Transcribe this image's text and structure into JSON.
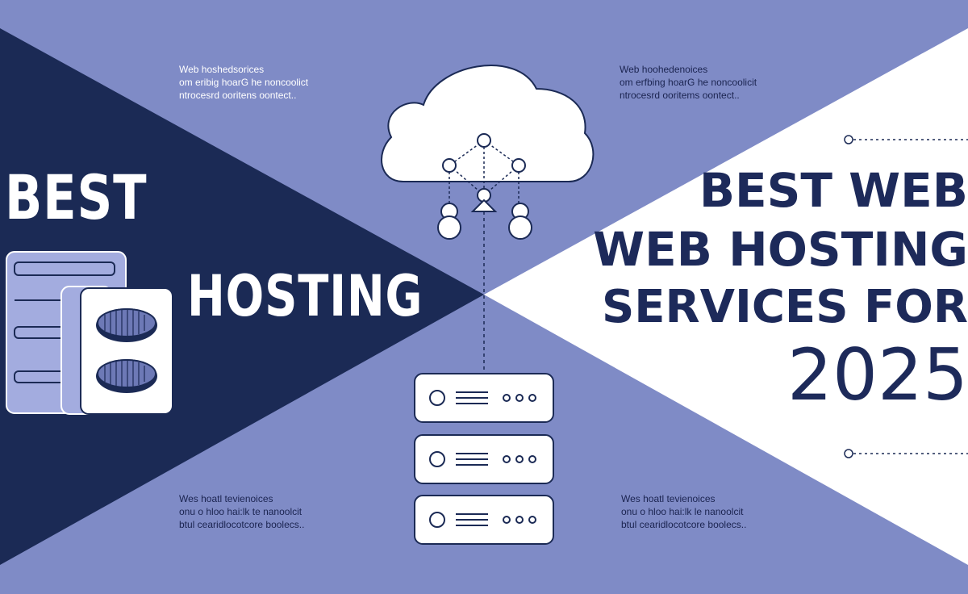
{
  "left_title": {
    "line1": "BEST",
    "line2": "HOSTING"
  },
  "right_title": {
    "line1": "BEST WEB",
    "line2": "WEB HOSTING",
    "line3": "SERVICES FOR",
    "line4": "2025"
  },
  "blurbs": {
    "top_left": "Web hoshedsorices\nom eribig hoarG he noncoolict\nntrocesrd ooritens oontect..",
    "top_right": "Web hoohedenoices\nom erfbing hoarG he noncoolicit\nntrocesrd ooritems oontect..",
    "bottom_left": "Wes hoatl tevienoices\nonu o hloo hai:lk te nanoolcit\nbtul cearidlocotcore boolecs..",
    "bottom_right": "Wes hoatl tevienoices\nonu o hloo hai:lk le nanoolcit\nbtul cearidlocotcore boolecs.."
  },
  "colors": {
    "background": "#7f8bc6",
    "navy": "#1b2a55",
    "white": "#ffffff",
    "lavender": "#a3acdf",
    "title_text": "#1d2a5a"
  },
  "icons": [
    "cloud-network-icon",
    "server-stack-icon",
    "server-rack-icon",
    "user-icon"
  ]
}
